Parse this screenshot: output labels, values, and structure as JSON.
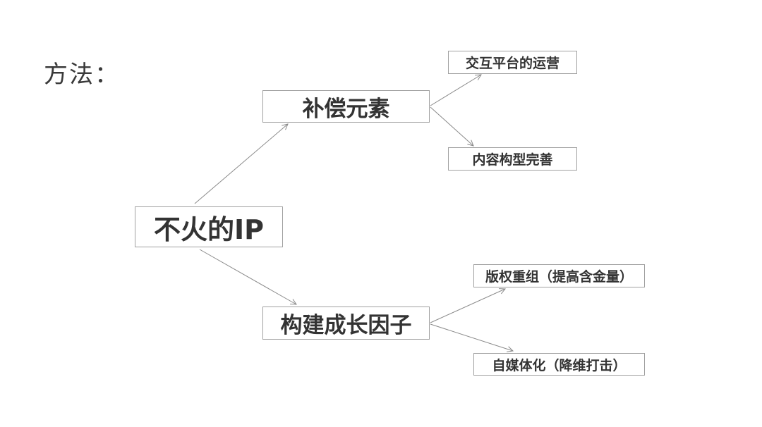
{
  "title": "方法：",
  "root": {
    "label": "不火的IP"
  },
  "branches": [
    {
      "label": "补偿元素",
      "children": [
        "交互平台的运营",
        "内容构型完善"
      ]
    },
    {
      "label": "构建成长因子",
      "children": [
        "版权重组（提高含金量）",
        "自媒体化（降维打击）"
      ]
    }
  ],
  "colors": {
    "text": "#333333",
    "border": "#a0a0a0",
    "arrow": "#8a8a8a"
  }
}
